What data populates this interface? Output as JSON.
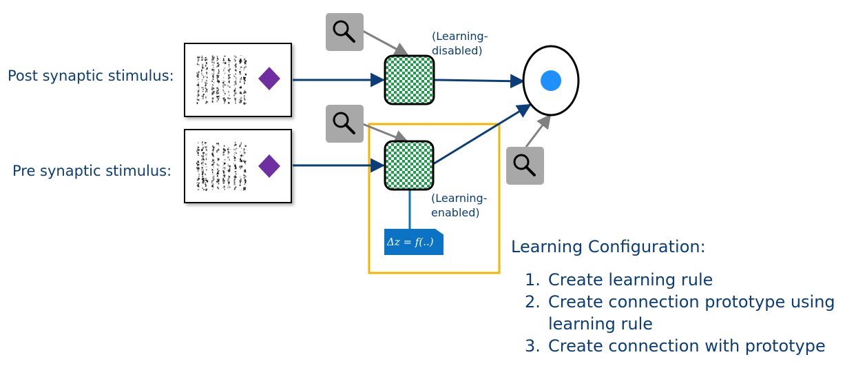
{
  "colors": {
    "arrow": "#0b3d78",
    "probe_arrow": "#808080",
    "highlight_box": "#f2b600",
    "neuron_dot": "#1e90ff",
    "diamond": "#6f2fa0",
    "synapse_green": "#1e9e4a",
    "formula_bg": "#0b72c4",
    "text": "#0b3d78"
  },
  "icons": {
    "probe": "magnifier-icon",
    "stimulus_marker": "diamond-icon",
    "synapse": "checkerboard-synapse-icon",
    "neuron": "neuron-circle-icon"
  },
  "stimuli": {
    "post": {
      "label": "Post synaptic stimulus:"
    },
    "pre": {
      "label": "Pre synaptic stimulus:"
    }
  },
  "notes": {
    "learning_disabled": [
      "(Learning-",
      "disabled)"
    ],
    "learning_enabled": [
      "(Learning-",
      "enabled)"
    ]
  },
  "formula": "Δz = f(..)",
  "config": {
    "title": "Learning Configuration:",
    "items": [
      {
        "num": "1.",
        "text": "Create learning rule"
      },
      {
        "num": "2.",
        "text": "Create connection prototype using learning rule"
      },
      {
        "num": "3.",
        "text": "Create connection with prototype"
      }
    ]
  }
}
